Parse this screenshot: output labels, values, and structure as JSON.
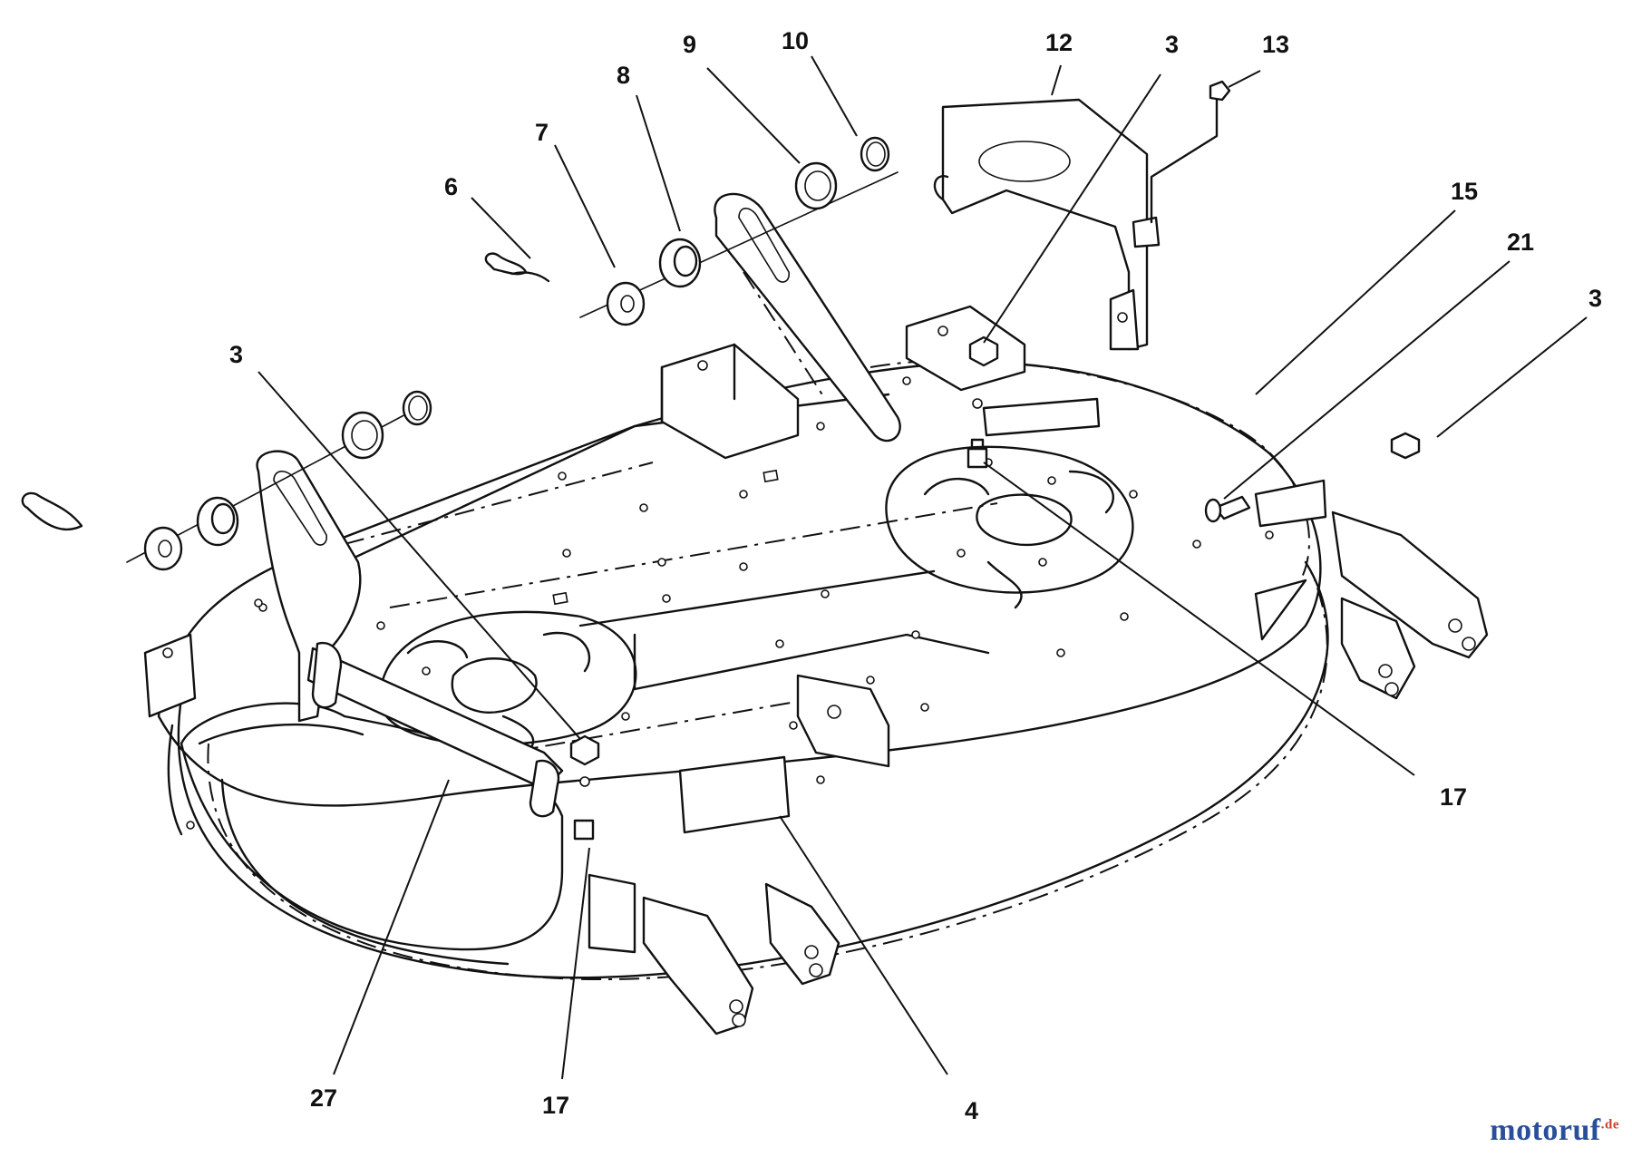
{
  "diagram": {
    "callouts": [
      {
        "id": "c-12",
        "label": "12"
      },
      {
        "id": "c-3-top",
        "label": "3"
      },
      {
        "id": "c-13",
        "label": "13"
      },
      {
        "id": "c-10",
        "label": "10"
      },
      {
        "id": "c-9",
        "label": "9"
      },
      {
        "id": "c-8",
        "label": "8"
      },
      {
        "id": "c-7",
        "label": "7"
      },
      {
        "id": "c-6",
        "label": "6"
      },
      {
        "id": "c-15",
        "label": "15"
      },
      {
        "id": "c-21",
        "label": "21"
      },
      {
        "id": "c-3-right",
        "label": "3"
      },
      {
        "id": "c-3-left",
        "label": "3"
      },
      {
        "id": "c-17-right",
        "label": "17"
      },
      {
        "id": "c-27",
        "label": "27"
      },
      {
        "id": "c-17-bottom",
        "label": "17"
      },
      {
        "id": "c-4",
        "label": "4"
      }
    ]
  },
  "watermark": {
    "text": "motoruf",
    "suffix": ".de"
  }
}
